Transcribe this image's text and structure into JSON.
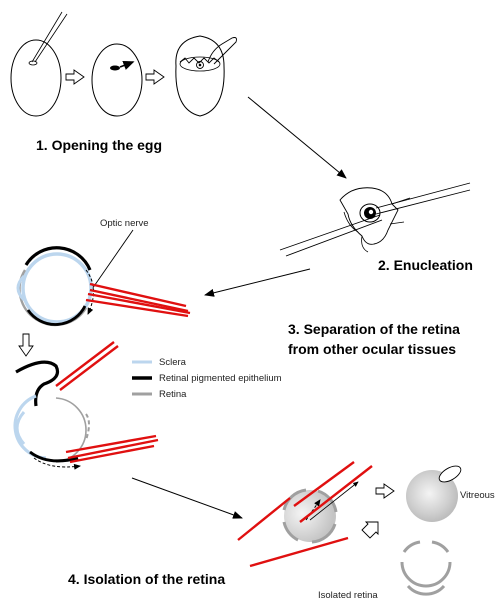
{
  "steps": {
    "step1": "1. Opening the egg",
    "step2": "2. Enucleation",
    "step3_line1": "3.  Separation  of  the  retina",
    "step3_line2": "from other ocular tissues",
    "step4": "4. Isolation of the retina"
  },
  "labels": {
    "optic_nerve": "Optic nerve",
    "vitreous": "Vitreous",
    "isolated_retina": "Isolated retina"
  },
  "legend": {
    "items": [
      {
        "label": "Sclera",
        "color": "#bcd6ee"
      },
      {
        "label": "Retinal pigmented epithelium",
        "color": "#000000"
      },
      {
        "label": "Retina",
        "color": "#a0a0a0"
      }
    ]
  },
  "colors": {
    "red": "#e01010",
    "sclera": "#bcd6ee",
    "rpe": "#000000",
    "retina": "#a0a0a0"
  }
}
